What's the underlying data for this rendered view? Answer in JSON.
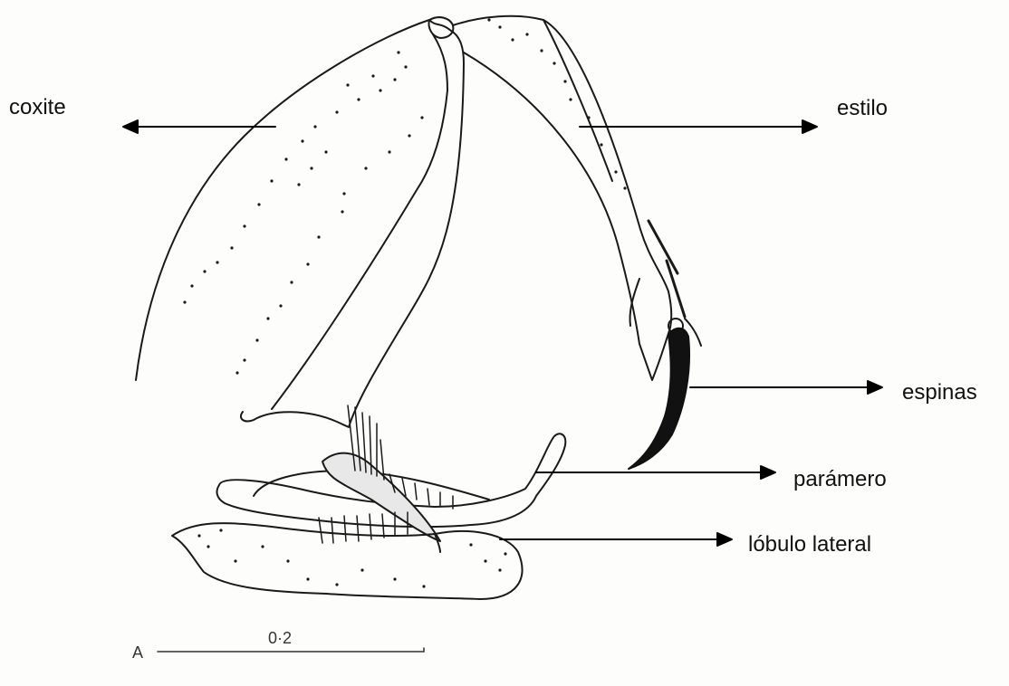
{
  "labels": {
    "coxite": "coxite",
    "estilo": "estilo",
    "espinas": "espinas",
    "paramero": "parámero",
    "lobulo_lateral": "lóbulo lateral"
  },
  "scale_bar": {
    "panel_letter": "A",
    "value": "0·2"
  },
  "colors": {
    "ink": "#1a1a1a",
    "background": "#fdfdfb"
  }
}
